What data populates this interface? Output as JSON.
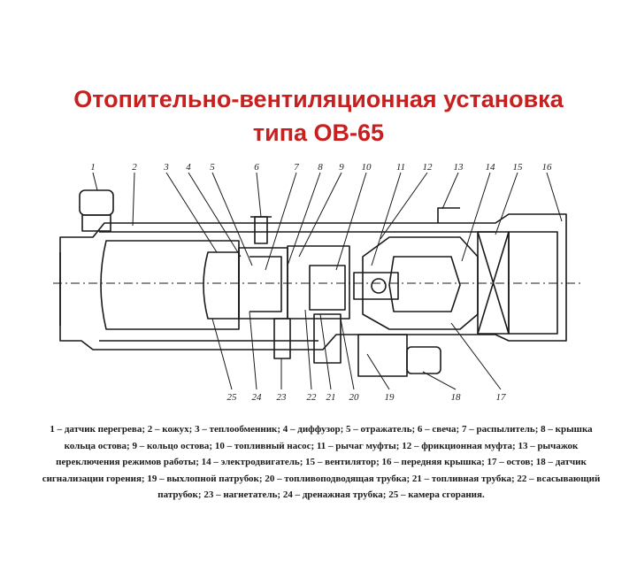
{
  "title": {
    "line1": "Отопительно-вентиляционная установка",
    "line2": "типа ОВ-65"
  },
  "callouts": {
    "top": [
      "1",
      "2",
      "3",
      "4",
      "5",
      "6",
      "7",
      "8",
      "9",
      "10",
      "11",
      "12",
      "13",
      "14",
      "15",
      "16"
    ],
    "bottom": [
      "25",
      "24",
      "23",
      "22",
      "21",
      "20",
      "19",
      "18",
      "17"
    ]
  },
  "legend": [
    "1 – датчик перегрева;",
    "2 – кожух;",
    "3 – теплообменник;",
    "4 – диффузор;",
    "5 – отражатель;",
    "6 – свеча;",
    "7 – распылитель;",
    "8 – крышка кольца остова;",
    "9 – кольцо остова;",
    "10 – топливный насос;",
    "11 – рычаг муфты;",
    "12 – фрикционная муфта;",
    "13 – рычажок переключения режимов работы;",
    "14 – электродвигатель;",
    "15 – вентилятор;",
    "16 – передняя крышка;",
    "17 – остов;",
    "18 – датчик сигнализации горения;",
    "19 – выхлопной патрубок;",
    "20 – топливоподводящая трубка;",
    "21 – топливная трубка;",
    "22 – всасывающий патрубок;",
    "23 – нагнетатель;",
    "24 – дренажная трубка;",
    "25 – камера сгорания."
  ]
}
